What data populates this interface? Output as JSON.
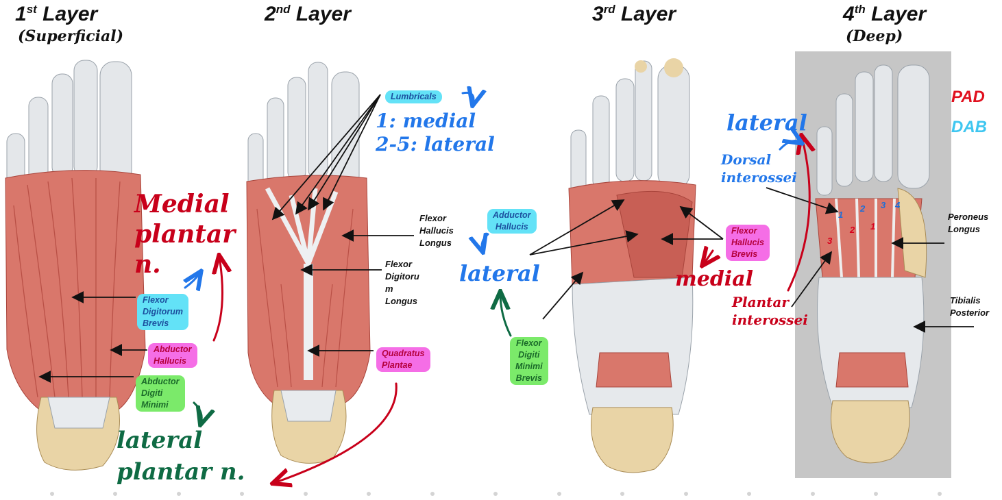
{
  "layers": [
    {
      "num": "1",
      "sup": "st",
      "word": "Layer",
      "sub": "(Superficial)"
    },
    {
      "num": "2",
      "sup": "nd",
      "word": "Layer",
      "sub": ""
    },
    {
      "num": "3",
      "sup": "rd",
      "word": "Layer",
      "sub": ""
    },
    {
      "num": "4",
      "sup": "th",
      "word": "Layer",
      "sub": "(Deep)"
    }
  ],
  "layer1": {
    "flexor_digitorum_brevis": "Flexor\nDigitorum\nBrevis",
    "abductor_hallucis": "Abductor\nHallucis",
    "abductor_digiti_minimi": "Abductor\nDigiti\nMinimi",
    "note_medial_plantar": "Medial\nplantar\nn.",
    "note_lateral_plantar": "lateral\nplantar n."
  },
  "layer2": {
    "lumbricals": "Lumbricals",
    "note_lumbricals": "1: medial\n2-5: lateral",
    "flexor_hallucis_longus": "Flexor\nHallucis\nLongus",
    "flexor_digitorum_longus": "Flexor\nDigitoru\nm\nLongus",
    "quadratus_plantae": "Quadratus\nPlantae"
  },
  "layer3": {
    "adductor_hallucis": "Adductor\nHallucis",
    "note_adductor": "lateral",
    "flexor_digiti_minimi_brevis": "Flexor\nDigiti\nMinimi\nBrevis",
    "flexor_hallucis_brevis": "Flexor\nHallucis\nBrevis",
    "note_fhb": "medial"
  },
  "layer4": {
    "legend_pad": "PAD",
    "legend_dab": "DAB",
    "note_lateral": "lateral",
    "note_dorsal": "Dorsal\ninterossei",
    "note_plantar": "Plantar\ninterossei",
    "peroneus_longus": "Peroneus\nLongus",
    "tibialis_posterior": "Tibialis\nPosterior",
    "dorsal_numbers": [
      "1",
      "2",
      "3",
      "4"
    ],
    "plantar_numbers": [
      "1",
      "2",
      "3"
    ]
  },
  "colors": {
    "muscle": "#d9776b",
    "muscle_dark": "#b2473e",
    "tendon": "#e8ebee",
    "bone": "#e9d4a6",
    "annot_red": "#c8001a",
    "annot_blue": "#2277ea",
    "annot_green": "#0f6b44",
    "pad": "#e0101e",
    "dab": "#3ec6f0"
  }
}
